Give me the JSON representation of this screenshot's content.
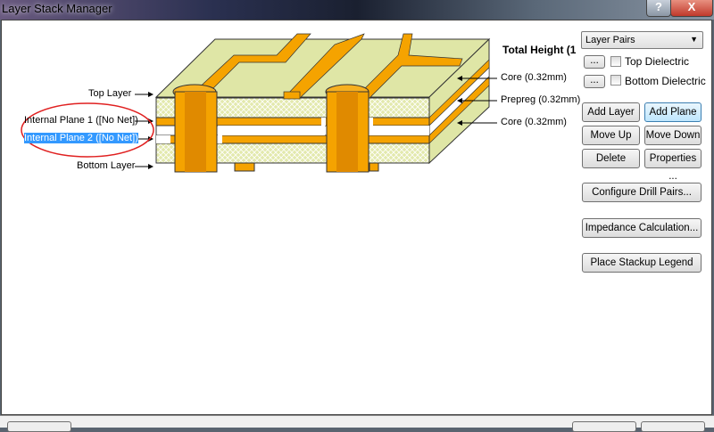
{
  "window": {
    "title": "Layer Stack Manager",
    "help_label": "?",
    "close_label": "X"
  },
  "diagram": {
    "total_height": "Total Height (1",
    "left_labels": [
      "Top Layer",
      "Internal Plane 1 ([No Net])",
      "Internal Plane 2 ([No Net])",
      "Bottom Layer"
    ],
    "right_labels": [
      "Core (0.32mm)",
      "Prepreg (0.32mm)",
      "Core (0.32mm)"
    ],
    "selected_layer": "Internal Plane 2 ([No Net])"
  },
  "controls": {
    "layer_pairs": "Layer Pairs",
    "top_dielectric": "Top Dielectric",
    "bottom_dielectric": "Bottom Dielectric",
    "ellipsis": "...",
    "top_dielectric_checked": false,
    "bottom_dielectric_checked": false,
    "add_layer": "Add Layer",
    "add_plane": "Add Plane",
    "move_up": "Move Up",
    "move_down": "Move Down",
    "delete": "Delete",
    "properties": "Properties ...",
    "configure_drill_pairs": "Configure Drill Pairs...",
    "impedance_calculation": "Impedance Calculation...",
    "place_stackup_legend": "Place Stackup Legend"
  },
  "colors": {
    "copper": "#f5a300",
    "core": "#e0e6a8",
    "selection": "#3399ff",
    "annotation": "#e02020"
  }
}
